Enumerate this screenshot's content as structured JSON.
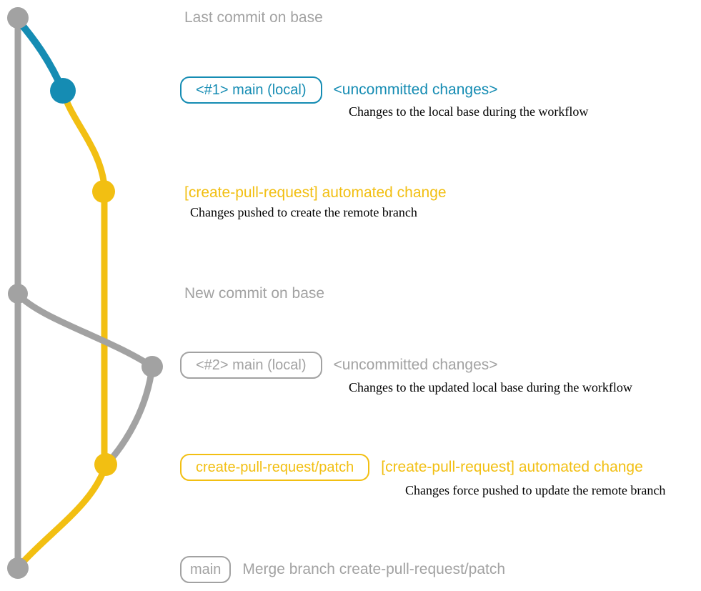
{
  "colors": {
    "gray": "#a2a2a2",
    "blue": "#158cb3",
    "yellow": "#f2bf12",
    "ink": "#000000"
  },
  "graph": {
    "branches": [
      "base",
      "main (local)",
      "create-pull-request/patch"
    ],
    "commits": [
      {
        "node": "last-commit-on-base",
        "color": "gray"
      },
      {
        "node": "local-main-uncommitted-1",
        "color": "blue"
      },
      {
        "node": "automated-change-push",
        "color": "yellow"
      },
      {
        "node": "new-commit-on-base",
        "color": "gray"
      },
      {
        "node": "local-main-uncommitted-2",
        "color": "gray"
      },
      {
        "node": "automated-change-force-push",
        "color": "yellow"
      },
      {
        "node": "merge-commit",
        "color": "gray"
      }
    ]
  },
  "annotations": {
    "row1": {
      "heading": "Last commit on base"
    },
    "row2": {
      "pill": "<#1> main (local)",
      "heading": "<uncommitted changes>",
      "desc": "Changes to the local base during the workflow"
    },
    "row3": {
      "heading": "[create-pull-request] automated change",
      "desc": "Changes pushed to create the remote branch"
    },
    "row4": {
      "heading": "New commit on base"
    },
    "row5": {
      "pill": "<#2> main (local)",
      "heading": "<uncommitted changes>",
      "desc": "Changes to the updated local base during the workflow"
    },
    "row6": {
      "pill": "create-pull-request/patch",
      "heading": "[create-pull-request] automated change",
      "desc": "Changes force pushed to update the remote branch"
    },
    "row7": {
      "pill": "main",
      "heading": "Merge branch create-pull-request/patch"
    }
  }
}
